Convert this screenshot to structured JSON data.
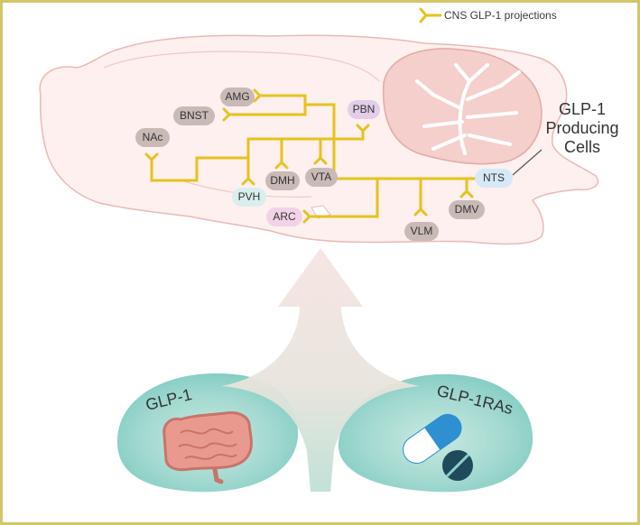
{
  "legend": {
    "label": "CNS GLP-1 projections",
    "icon": "gold-y-projection-icon"
  },
  "producing_cells_label": [
    "GLP-1",
    "Producing",
    "Cells"
  ],
  "regions": [
    {
      "label": "AMG",
      "color": "#c9bab6"
    },
    {
      "label": "BNST",
      "color": "#c9bab6"
    },
    {
      "label": "NAc",
      "color": "#c9bab6"
    },
    {
      "label": "PBN",
      "color": "#e3cde8"
    },
    {
      "label": "DMH",
      "color": "#c9bab6"
    },
    {
      "label": "VTA",
      "color": "#c9bab6"
    },
    {
      "label": "PVH",
      "color": "#d9eeee"
    },
    {
      "label": "ARC",
      "color": "#f1d2e6"
    },
    {
      "label": "NTS",
      "color": "#d6e9f7"
    },
    {
      "label": "VLM",
      "color": "#c9bab6"
    },
    {
      "label": "DMV",
      "color": "#c9bab6"
    }
  ],
  "sources": {
    "left": {
      "label": "GLP-1",
      "icon": "intestine-icon"
    },
    "right": {
      "label": "GLP-1RAs",
      "icon": "capsule-and-tablet-icon"
    }
  },
  "colors": {
    "frame": "#d3c66a",
    "projection": "#e6c21e",
    "brain_fill": "#fdf0ee",
    "cerebellum": "#f4cfcc",
    "source_blob": "#8fd0c8",
    "arrow": "#f0e0de",
    "pill_blue": "#2e8fd1",
    "tablet": "#1e4a5c",
    "intestine": "#e69a8f"
  }
}
